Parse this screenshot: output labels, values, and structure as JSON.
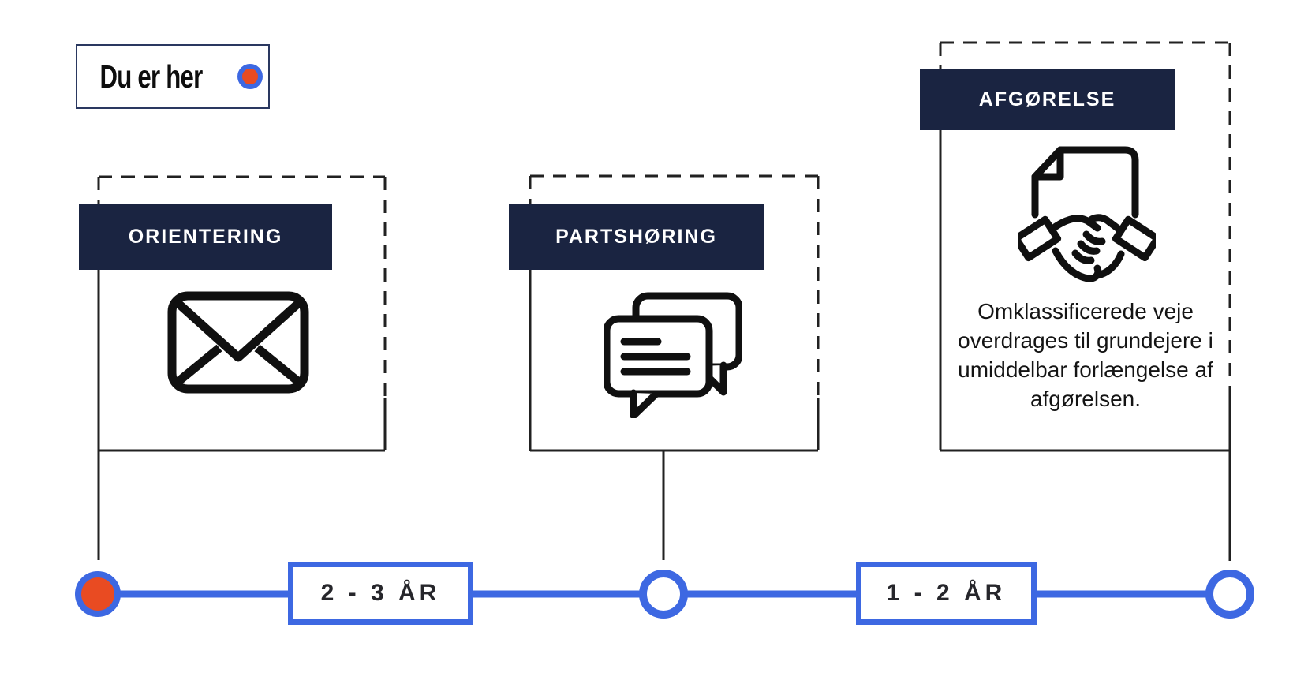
{
  "colors": {
    "navy": "#1a2441",
    "blue": "#3d68e2",
    "orange": "#e94b22",
    "line": "#212121"
  },
  "legend": {
    "label": "Du er her",
    "marker": "orange-dot-with-blue-ring"
  },
  "stages": [
    {
      "title": "ORIENTERING",
      "icon": "envelope-icon"
    },
    {
      "title": "PARTSHØRING",
      "icon": "chat-bubbles-icon"
    },
    {
      "title": "AFGØRELSE",
      "icon": "document-handshake-icon",
      "description": "Omklassificerede veje\noverdrages til grundejere i\numiddelbar forlængelse af\nafgørelsen."
    }
  ],
  "timeline": {
    "durations": [
      "2 - 3 ÅR",
      "1 - 2 ÅR"
    ],
    "nodes": [
      {
        "state": "current"
      },
      {
        "state": "upcoming"
      },
      {
        "state": "upcoming"
      }
    ]
  }
}
